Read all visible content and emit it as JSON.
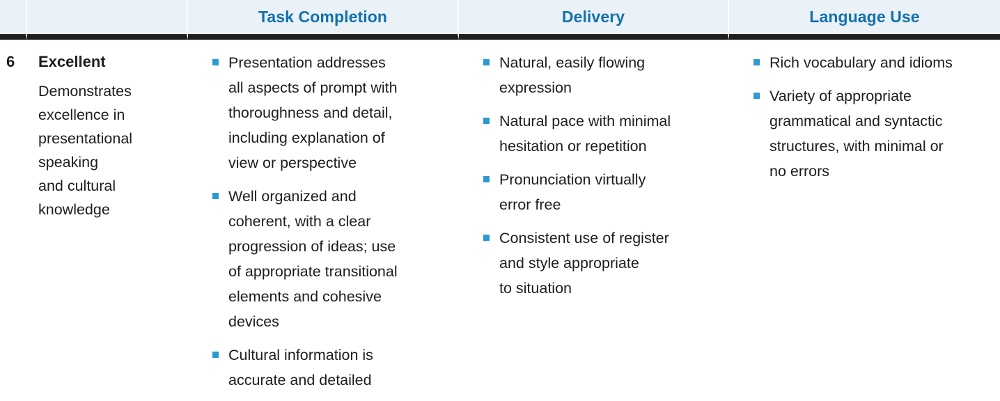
{
  "colors": {
    "header-bg": "#eaf1f7",
    "header-text": "#1271ad",
    "bullet": "#2b9ad1",
    "ink": "#1d1d20",
    "rule": "#1f1f1f"
  },
  "table": {
    "columns": [
      {
        "label": ""
      },
      {
        "label": ""
      },
      {
        "label": "Task Completion"
      },
      {
        "label": "Delivery"
      },
      {
        "label": "Language Use"
      }
    ],
    "row": {
      "score": "6",
      "level": "Excellent",
      "description": "Demonstrates\nexcellence in\npresentational\nspeaking\nand cultural\nknowledge",
      "task_completion": [
        "Presentation addresses\nall aspects of prompt with\nthoroughness and detail,\nincluding explanation of\nview or perspective",
        "Well organized and\ncoherent, with a clear\nprogression of ideas; use\nof appropriate transitional\nelements and cohesive\ndevices",
        "Cultural information is\naccurate and detailed"
      ],
      "delivery": [
        "Natural, easily flowing\nexpression",
        "Natural pace with minimal\nhesitation or repetition",
        "Pronunciation virtually\nerror free",
        "Consistent use of register\nand style appropriate\nto situation"
      ],
      "language_use": [
        "Rich vocabulary and idioms",
        "Variety of appropriate\ngrammatical and syntactic\nstructures, with minimal or\nno errors"
      ]
    }
  }
}
